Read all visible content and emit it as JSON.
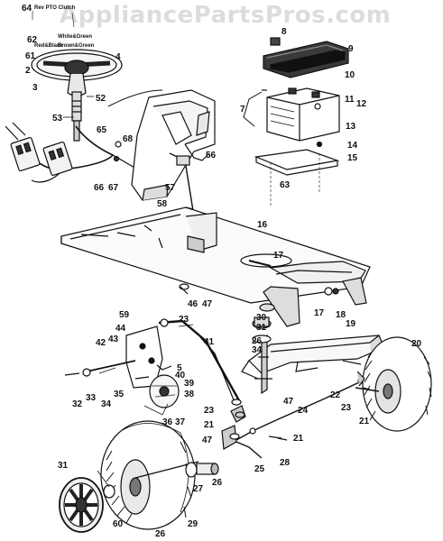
{
  "watermark": "AppliancePartsPros.com",
  "wire_labels": {
    "rev_pto_clutch": "Rev PTO Clutch",
    "white_green": "White&Green",
    "brown_green": "Brown&Green",
    "red_black": "Red&Black"
  },
  "part_numbers": [
    "64",
    "62",
    "61",
    "2",
    "3",
    "4",
    "52",
    "53",
    "65",
    "68",
    "66",
    "67",
    "57",
    "56",
    "58",
    "8",
    "9",
    "10",
    "11",
    "12",
    "7",
    "13",
    "14",
    "15",
    "63",
    "16",
    "17",
    "46",
    "47",
    "17",
    "18",
    "19",
    "59",
    "44",
    "42",
    "43",
    "23",
    "41",
    "30",
    "31",
    "26",
    "34",
    "5",
    "40",
    "39",
    "38",
    "37",
    "36",
    "35",
    "32",
    "33",
    "34",
    "20",
    "22",
    "23",
    "21",
    "24",
    "47",
    "21",
    "23",
    "21",
    "47",
    "26",
    "27",
    "25",
    "28",
    "29",
    "26",
    "60",
    "31"
  ]
}
